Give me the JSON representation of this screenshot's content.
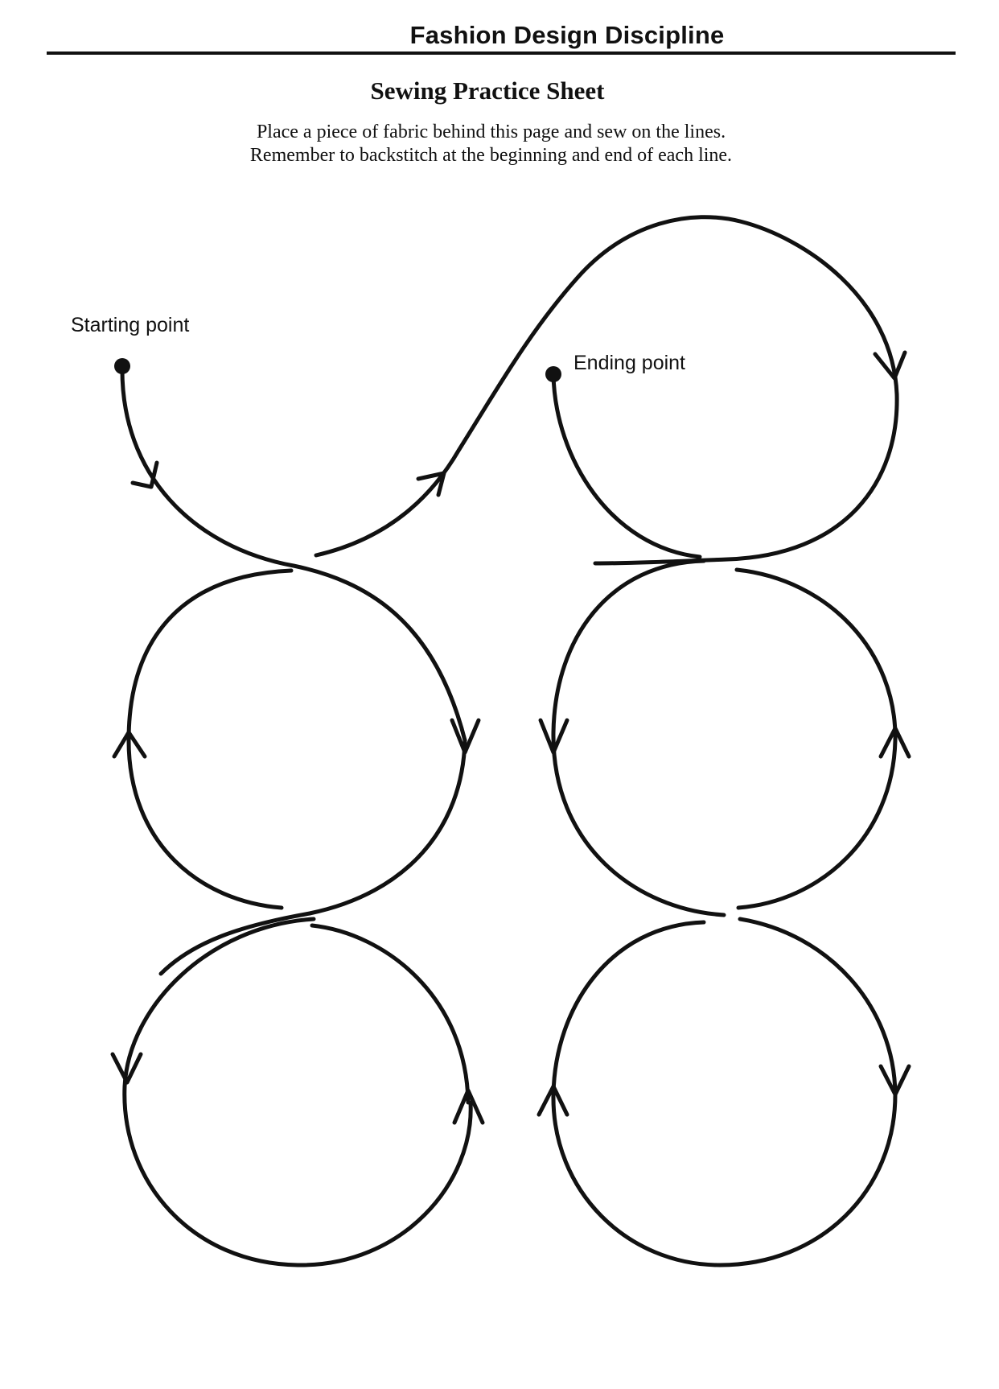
{
  "header": {
    "discipline": "Fashion Design Discipline"
  },
  "sheet": {
    "title": "Sewing Practice Sheet",
    "instruction_line_1": "Place a piece of fabric behind this page and sew on the lines.",
    "instruction_line_2": "Remember to backstitch at the beginning and end of each line."
  },
  "labels": {
    "start": "Starting point",
    "end": "Ending point"
  },
  "colors": {
    "ink": "#111111",
    "paper": "#ffffff"
  }
}
